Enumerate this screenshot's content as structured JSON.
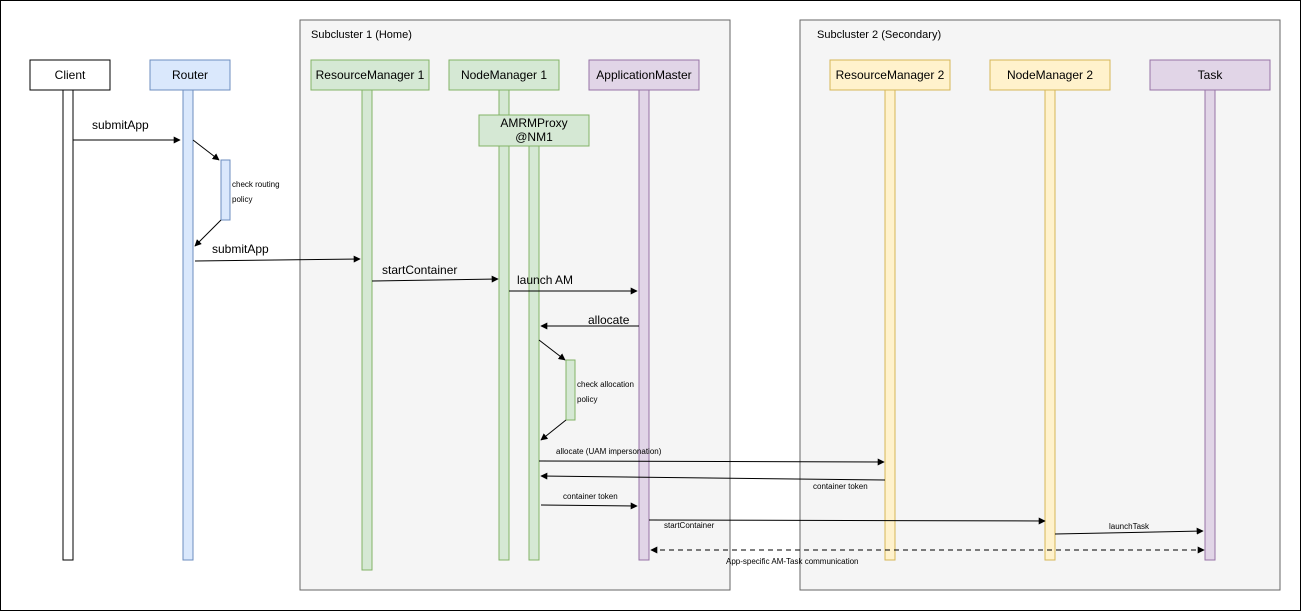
{
  "subclusters": [
    {
      "id": "sc1",
      "title": "Subcluster 1 (Home)"
    },
    {
      "id": "sc2",
      "title": "Subcluster 2 (Secondary)"
    }
  ],
  "participants": [
    {
      "id": "client",
      "label": "Client",
      "fill": "#ffffff",
      "stroke": "#000000"
    },
    {
      "id": "router",
      "label": "Router",
      "fill": "#dae8fc",
      "stroke": "#6c8ebf"
    },
    {
      "id": "rm1",
      "label": "ResourceManager 1",
      "fill": "#d5e8d4",
      "stroke": "#82b366"
    },
    {
      "id": "nm1",
      "label": "NodeManager 1",
      "fill": "#d5e8d4",
      "stroke": "#82b366"
    },
    {
      "id": "am",
      "label": "ApplicationMaster",
      "fill": "#e1d5e7",
      "stroke": "#9673a6"
    },
    {
      "id": "rm2",
      "label": "ResourceManager 2",
      "fill": "#fff2cc",
      "stroke": "#d6b656"
    },
    {
      "id": "nm2",
      "label": "NodeManager 2",
      "fill": "#fff2cc",
      "stroke": "#d6b656"
    },
    {
      "id": "task",
      "label": "Task",
      "fill": "#e1d5e7",
      "stroke": "#9673a6"
    }
  ],
  "proxy": {
    "label_line1": "AMRMProxy",
    "label_line2": "@NM1",
    "fill": "#d5e8d4",
    "stroke": "#82b366"
  },
  "activations": [
    {
      "id": "routing",
      "note_line1": "check routing",
      "note_line2": "policy",
      "fill": "#dae8fc",
      "stroke": "#6c8ebf"
    },
    {
      "id": "alloc",
      "note_line1": "check allocation",
      "note_line2": "policy",
      "fill": "#d5e8d4",
      "stroke": "#82b366"
    }
  ],
  "messages": [
    {
      "id": "m1",
      "label": "submitApp",
      "from": "client",
      "to": "router"
    },
    {
      "id": "m2",
      "label": "submitApp",
      "from": "router",
      "to": "rm1"
    },
    {
      "id": "m3",
      "label": "startContainer",
      "from": "rm1",
      "to": "nm1"
    },
    {
      "id": "m4",
      "label": "launch AM",
      "from": "nm1",
      "to": "am"
    },
    {
      "id": "m5",
      "label": "allocate",
      "from": "am",
      "to": "proxy"
    },
    {
      "id": "m6",
      "label": "allocate (UAM impersonation)",
      "from": "proxy",
      "to": "rm2"
    },
    {
      "id": "m7",
      "label": "container token",
      "from": "rm2",
      "to": "proxy"
    },
    {
      "id": "m8",
      "label": "container token",
      "from": "proxy",
      "to": "am"
    },
    {
      "id": "m9",
      "label": "startContainer",
      "from": "am",
      "to": "nm2"
    },
    {
      "id": "m10",
      "label": "launchTask",
      "from": "nm2",
      "to": "task"
    },
    {
      "id": "m11",
      "label": "App-specific AM-Task communication",
      "from": "am",
      "to": "task",
      "style": "dashed, bidirectional"
    }
  ]
}
